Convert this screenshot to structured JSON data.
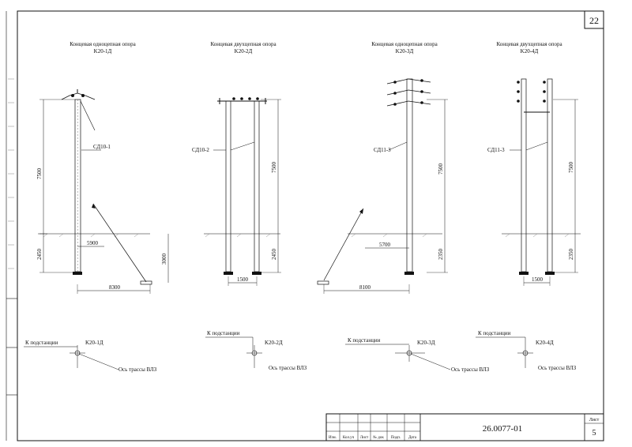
{
  "sheet": {
    "number": "22",
    "code": "26.0077-01",
    "list_label": "Лист",
    "list_number": "5"
  },
  "stamp_headers": [
    "Изм.",
    "Кол.уч",
    "Лист",
    "№ док",
    "Подп.",
    "Дата"
  ],
  "supports": [
    {
      "title": "Концевая одноцепная опора",
      "code": "K20-1Д",
      "label": "СД10-1",
      "dims": {
        "height": "7500",
        "depth": "2450",
        "guy_depth": "3000",
        "span": "8300",
        "guy_span": "5900"
      }
    },
    {
      "title": "Концевая двухцепная опора",
      "code": "K20-2Д",
      "label": "СД10-2",
      "dims": {
        "height": "7500",
        "depth": "2450",
        "width": "1500"
      }
    },
    {
      "title": "Концевая одноцепная опора",
      "code": "K20-3Д",
      "label": "СД11-3",
      "dims": {
        "height": "7500",
        "depth": "2350",
        "span": "8100",
        "guy_span": "5700"
      }
    },
    {
      "title": "Концевая двухцепная опора",
      "code": "K20-4Д",
      "label": "СД11-3",
      "dims": {
        "height": "7500",
        "depth": "2350",
        "width": "1500"
      }
    }
  ],
  "plans": [
    {
      "to_sub": "К подстанции",
      "code": "K20-1Д",
      "axis": "Ось трассы ВЛЗ"
    },
    {
      "to_sub": "К подстанции",
      "code": "K20-2Д",
      "axis": "Ось трассы ВЛЗ"
    },
    {
      "to_sub": "К подстанции",
      "code": "K20-3Д",
      "axis": "Ось трассы ВЛЗ"
    },
    {
      "to_sub": "К подстанции",
      "code": "K20-4Д",
      "axis": "Ось трассы ВЛЗ"
    }
  ]
}
